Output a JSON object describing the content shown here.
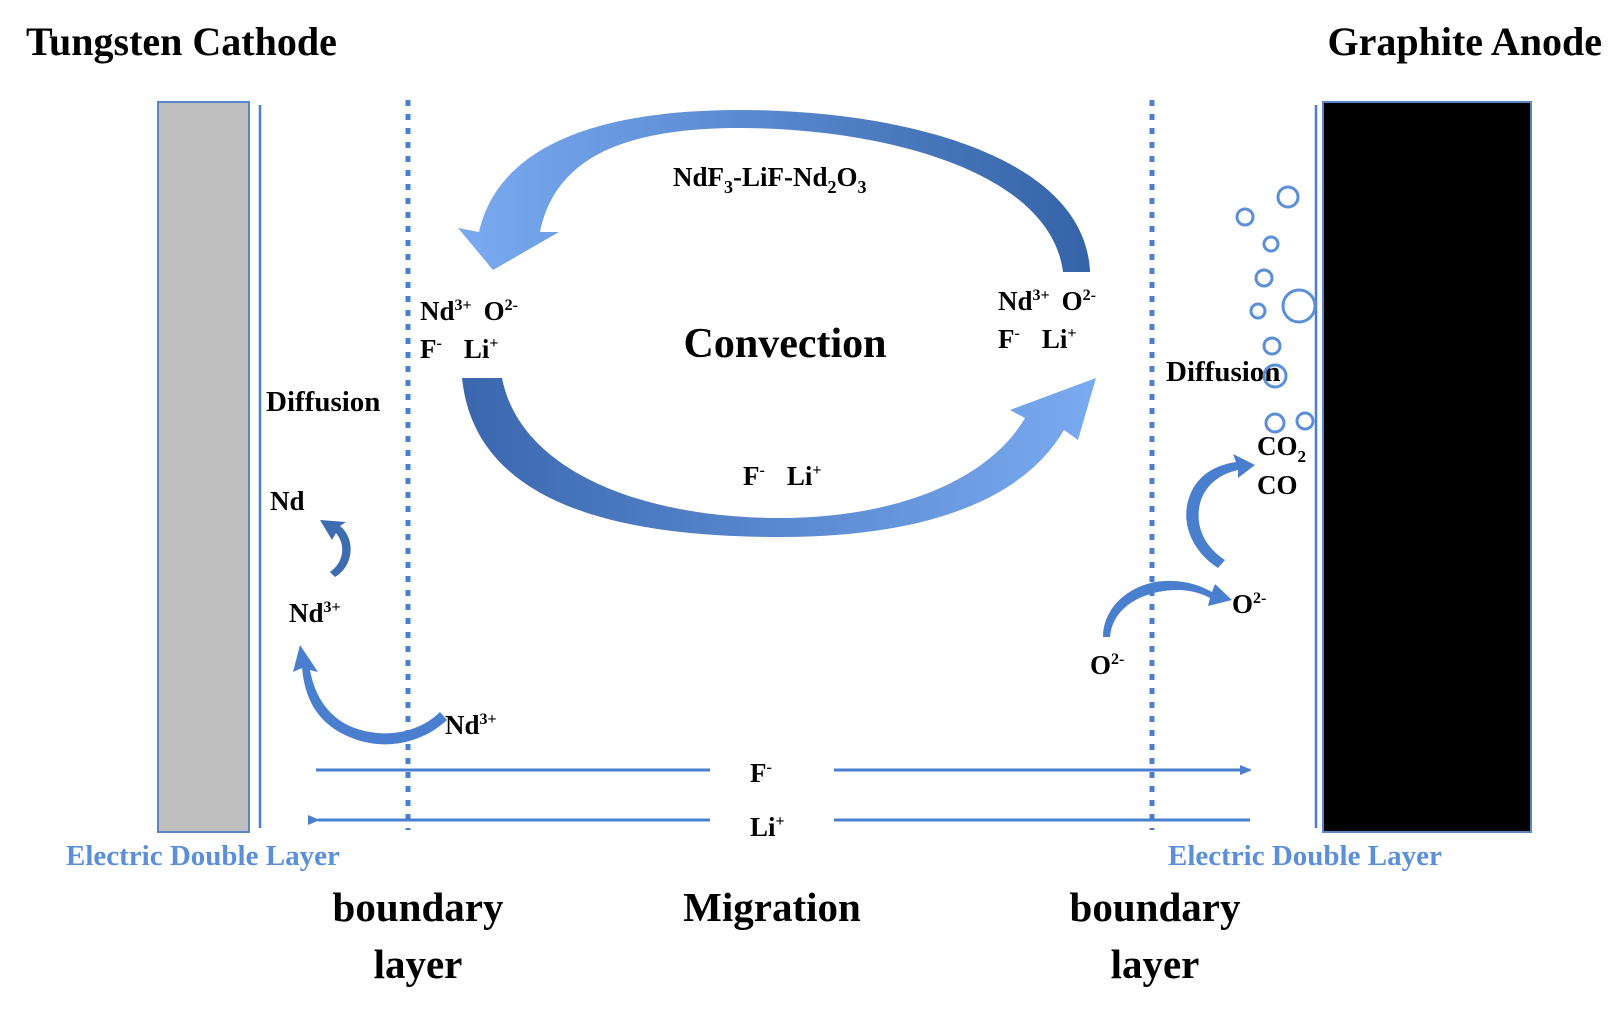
{
  "electrodes": {
    "cathode_title": "Tungsten Cathode",
    "anode_title": "Graphite Anode",
    "cathode_fill": "#bfbfbf",
    "anode_fill": "#000000"
  },
  "electrolyte": {
    "composition_parts": [
      "NdF",
      "3",
      "-LiF-Nd",
      "2",
      "O",
      "3"
    ]
  },
  "convection": {
    "label": "Convection",
    "left_ions": {
      "nd": "Nd",
      "nd_sup": "3+",
      "o": "O",
      "o_sup": "2-",
      "f": "F",
      "f_sup": "-",
      "li": "Li",
      "li_sup": "+"
    },
    "right_ions": {
      "nd": "Nd",
      "nd_sup": "3+",
      "o": "O",
      "o_sup": "2-",
      "f": "F",
      "f_sup": "-",
      "li": "Li",
      "li_sup": "+"
    },
    "bottom_ions": {
      "f": "F",
      "f_sup": "-",
      "li": "Li",
      "li_sup": "+"
    }
  },
  "cathode_side": {
    "diffusion": "Diffusion",
    "nd": "Nd",
    "nd_ion_base": "Nd",
    "nd_ion_sup": "3+",
    "nd_ion2_base": "Nd",
    "nd_ion2_sup": "3+"
  },
  "anode_side": {
    "diffusion": "Diffusion",
    "co2_base": "CO",
    "co2_sub": "2",
    "co": "CO",
    "o_upper_base": "O",
    "o_upper_sup": "2-",
    "o_lower_base": "O",
    "o_lower_sup": "2-"
  },
  "migration": {
    "f_base": "F",
    "f_sup": "-",
    "li_base": "Li",
    "li_sup": "+",
    "label": "Migration"
  },
  "layers": {
    "edl_left": "Electric Double Layer",
    "edl_right": "Electric Double Layer",
    "boundary_left_1": "boundary",
    "boundary_left_2": "layer",
    "boundary_right_1": "boundary",
    "boundary_right_2": "layer"
  },
  "colors": {
    "arrow_light": "#6a9ee6",
    "arrow_dark": "#3d6cb0",
    "line_blue": "#4a7fd0",
    "edl_text": "#5b8fd9"
  }
}
